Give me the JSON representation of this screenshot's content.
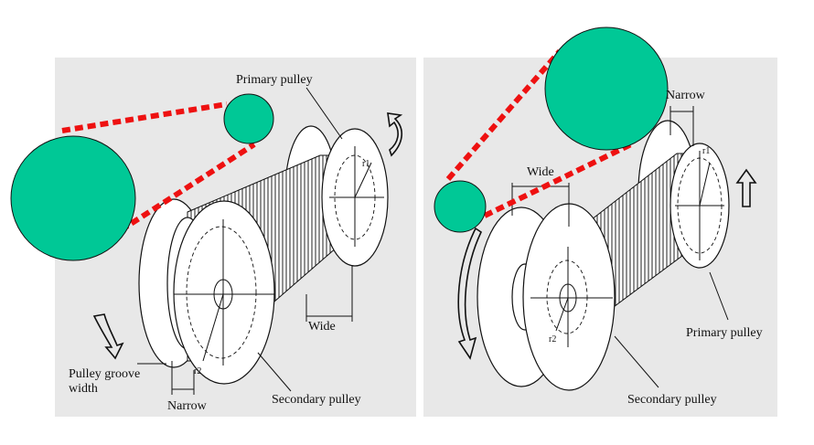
{
  "left_diagram": {
    "primary_pulley_label": "Primary pulley",
    "secondary_pulley_label": "Secondary pulley",
    "groove_label_line1": "Pulley groove",
    "groove_label_line2": "width",
    "narrow_label": "Narrow",
    "wide_label": "Wide",
    "r1_label": "r1",
    "r2_label": "r2"
  },
  "right_diagram": {
    "primary_pulley_label": "Primary pulley",
    "secondary_pulley_label": "Secondary pulley",
    "narrow_label": "Narrow",
    "wide_label": "Wide",
    "r1_label": "r1",
    "r2_label": "r2"
  },
  "colors": {
    "highlight_circle": "#00c896",
    "connector_dashes": "#ee1111",
    "panel_background": "#e8e8e8"
  }
}
